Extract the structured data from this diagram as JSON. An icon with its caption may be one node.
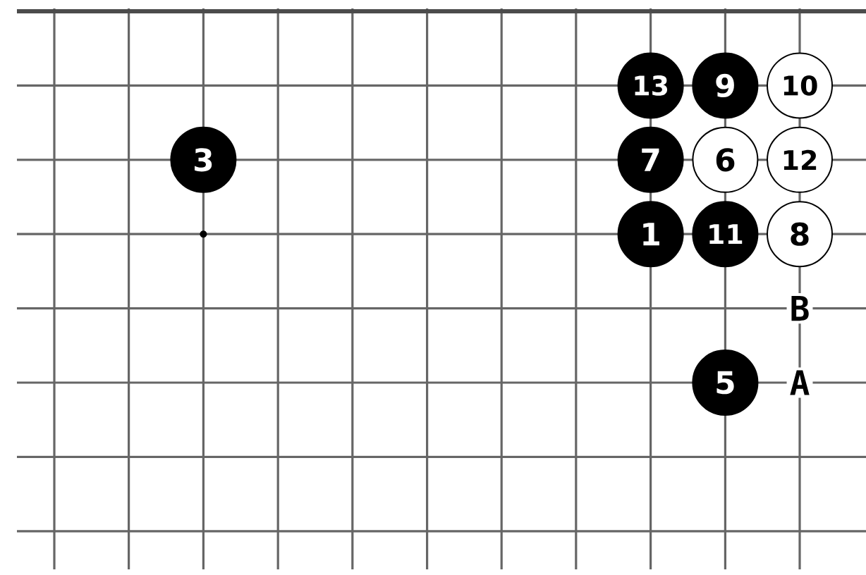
{
  "diagram": {
    "nodes": [
      {
        "text": [
          "13"
        ]
      },
      {
        "text": [
          "9"
        ]
      },
      {
        "text": [
          "10"
        ]
      },
      {
        "text": [
          "3"
        ]
      },
      {
        "text": [
          "7"
        ]
      },
      {
        "text": [
          "6"
        ]
      },
      {
        "text": [
          "12"
        ]
      },
      {
        "text": [
          "1"
        ]
      },
      {
        "text": [
          "11"
        ]
      },
      {
        "text": [
          "8"
        ]
      },
      {
        "text": [
          "5"
        ]
      }
    ],
    "labels": [
      "B",
      "A"
    ]
  }
}
